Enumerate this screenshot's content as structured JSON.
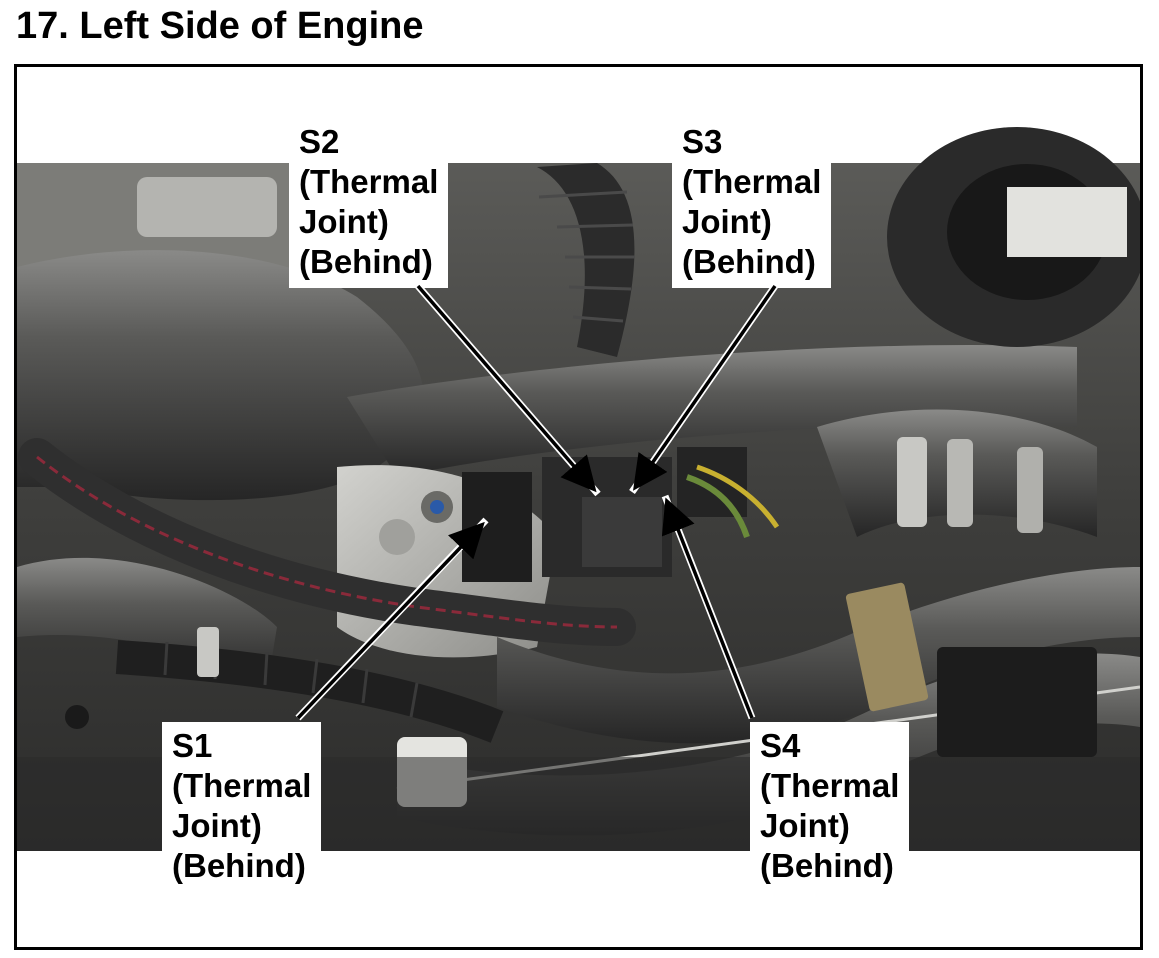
{
  "title": "17. Left Side of Engine",
  "callouts": {
    "s2": {
      "id": "S2",
      "line1": "(Thermal",
      "line2": "Joint)",
      "line3": "(Behind)"
    },
    "s3": {
      "id": "S3",
      "line1": "(Thermal",
      "line2": "Joint)",
      "line3": "(Behind)"
    },
    "s1": {
      "id": "S1",
      "line1": "(Thermal",
      "line2": "Joint)",
      "line3": "(Behind)"
    },
    "s4": {
      "id": "S4",
      "line1": "(Thermal",
      "line2": "Joint)",
      "line3": "(Behind)"
    }
  },
  "colors": {
    "frame": "#000000",
    "hose": "#3a3a3a",
    "metal": "#9a9a96",
    "accent_red": "#8a2a3a",
    "accent_blue": "#2a5aa8"
  }
}
